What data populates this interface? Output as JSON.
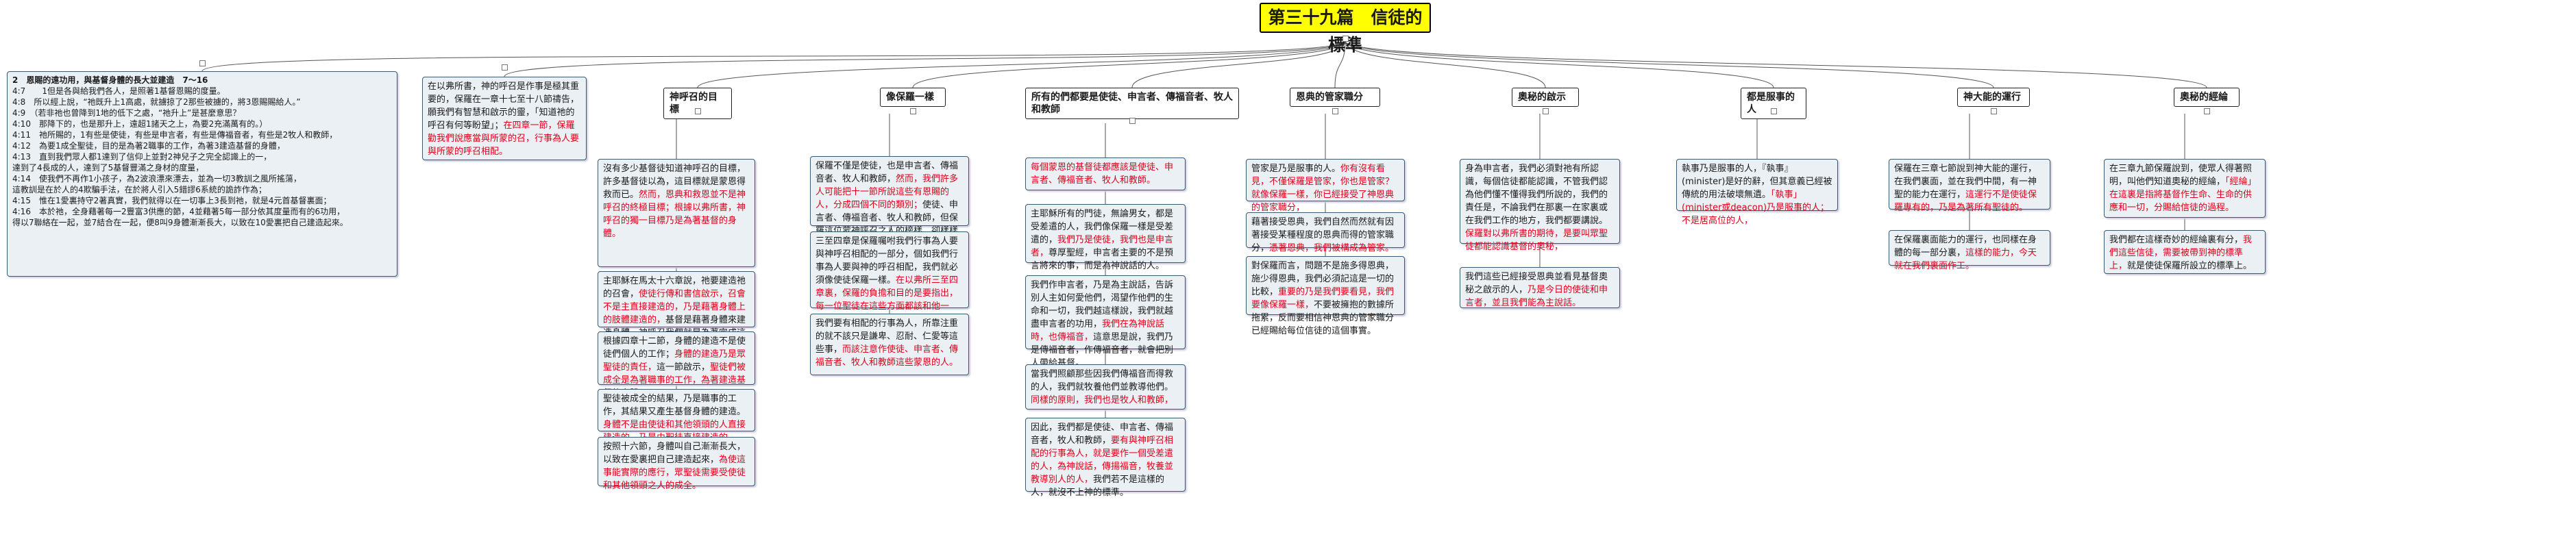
{
  "root": "第三十九篇　信徒的標準",
  "left_box": {
    "heading": "2　恩賜的遠功用，與基督身體的長大並建造　7～16",
    "lines": [
      "4:7　　1但是各與給我們各人，是照著1基督恩賜的度量。",
      "4:8　所以經上說，“祂既升上1高處，就擄掠了2那些被擄的，將3恩賜賜給人。”",
      "4:9　（若非祂也曾降到1地的低下之處，“祂升上”是甚麼意思？",
      "4:10　那降下的，也是那升上，遠超1諸天之上，為要2充滿萬有的。）",
      "4:11　祂所賜的，1有些是使徒，有些是申言者，有些是傳福音者，有些是2牧人和教師，",
      "4:12　為要1成全聖徒，目的是為著2職事的工作，為著3建造基督的身體，",
      "4:13　直到我們眾人都1達到了信仰上並對2神兒子之完全認識上的一，",
      "達到了4長成的人，達到了5基督豐滿之身材的度量，",
      "4:14　使我們不再作1小孩子，為2波浪漂來漂去，並為一切3教訓之風所搖蕩，",
      "這教訓是在於人的4欺騙手法，在於將人引入5錯謬6系統的詭詐作為；",
      "4:15　惟在1愛裏持守2著真實，我們就得以在一切事上3長到祂，就是4元首基督裏面；",
      "4:16　本於祂，全身藉著每一2豐富3供應的節，4並藉著5每一部分依其度量而有的6功用，",
      "得以7聯絡在一起，並7結合在一起，便8叫9身體漸漸長大，以致在10愛裏把自己建造起來。"
    ]
  },
  "intro_box": {
    "text": "在以弗所書，神的呼召是作事是極其重要的，保羅在一章十七至十八節禱告，願我們有智慧和啟示的靈，「知道祂的呼召有何等盼望」；",
    "red": "在四章一節，保羅勸我們說應當與所蒙的召，行事為人要與所蒙的呼召相配。"
  },
  "topics": [
    {
      "title": "神呼召的目標",
      "boxes": [
        {
          "text": "沒有多少基督徒知道神呼召的目標，許多基督徒以為，這目標就是蒙恩得救而已。",
          "red": "然而，恩典和救恩並不是神呼召的終極目標；根據以弗所書，神呼召的獨一目標乃是為著基督的身體。"
        },
        {
          "text": "主耶穌在馬太十六章說，祂要建造祂的召會，",
          "red": "使徒行傳和書信啟示，召會不是主直接建造的，乃是藉著身體上的肢體建造的，",
          "text2": "基督是藉著身體來建造身體，神呼召我們就是為著完成這個目標。"
        },
        {
          "text": "根據四章十二節，身體的建造不是使徒們個人的工作；",
          "red": "身體的建造乃是眾聖徒的責任，",
          "text2": "這一節啟示，",
          "red2": "聖徒們被成全是為著職事的工作，為著建造基督的身體。"
        },
        {
          "text": "聖徒被成全的結果，乃是職事的工作，其結果又產生基督身體的建造。",
          "red": "身體不是由使徒和其他領頭的人直接建造的，乃是由聖徒直接建造的。"
        },
        {
          "text": "按照十六節，身體叫自己漸漸長大，以致在愛裏把自己建造起來，",
          "red": "為使這事能實際的應行，眾聖徒需要受使徒和其他領頭之人的成全。"
        }
      ]
    },
    {
      "title": "像保羅一樣",
      "boxes": [
        {
          "text": "保羅不僅是使徒，也是申言者、傳福音者、牧人和教師，",
          "red": "然而，我們許多人可能把十一節所說這些有恩賜的人，分成四個不同的類別；",
          "text2": "使徒、申言者、傳福音者、牧人和教師，但保羅這位蒙神呼召之人的榜樣，卻樣樣都是。"
        },
        {
          "red": "在以弗所三至四章裏，保羅的負擔和目的是要指出，每一位聖徒在這些方面都該和他一樣。",
          "text": "三至四章是保羅囑咐我們行事為人要與神呼召相配的一部分，個如我們行事為人要與神的呼召相配，我們就必須像使徒保羅一樣。"
        },
        {
          "text": "我們要有相配的行事為人，所靠注重的就不該只是謙卑、忍耐、仁愛等這些事，",
          "red": "而該注意作使徒、申言者、傳福音者、牧人和教師這些蒙恩的人。"
        }
      ]
    },
    {
      "title": "所有的們都要是使徒、申言者、傳福音者、牧人和教師",
      "boxes": [
        {
          "red": "每個蒙恩的基督徒都應該是使徒、申言者、傳福音者、牧人和教師。"
        },
        {
          "text": "主耶穌所有的門徒，無論男女，都是受差遣的人，我們像保羅一樣是受差遣的，",
          "red": "我們乃是使徒，我們也是申言者，",
          "text2": "尊厚聖經，申言者主要的不是預言將來的事，而是為神說話的人。"
        },
        {
          "text": "我們作申言者，乃是為主說話，告訴別人主如何愛他們，渴望作他們的生命和一切，我們越這樣說，我們就越盡申言者的功用，",
          "red": "我們在為神說話時，也傳福音，",
          "text2": "這意思是說，我們乃是傳福音者，作傳福音者，就會把別人帶給基督。"
        },
        {
          "red": "同樣的原則，我們也是牧人和教師，",
          "text": "當我們照顧那些因我們傳福音而得救的人，我們就牧養他們並教導他們。"
        },
        {
          "text": "因此，我們都是使徒、申言者、傳福音者，牧人和教師，",
          "red": "要有與神呼召相配的行事為人，就是要作一個受差遣的人，為神說話，傳揚福音，牧養並教導別人的人，",
          "text2": "我們若不是這樣的人，就沒不上神的標準。"
        }
      ]
    },
    {
      "title": "恩典的管家職分",
      "boxes": [
        {
          "red": "你有沒有看見，不僅保羅是管家，你也是管家？就像保羅一樣，你已經接受了神恩典的管家職分，",
          "text": "管家是乃是服事的人。"
        },
        {
          "text": "藉著接受恩典，我們自然而然就有因著接受某種程度的恩典而得的管家職分，",
          "red": "憑著恩典，我們被構成為管家。"
        },
        {
          "text": "對保羅而言，問題不是施多得恩典，施少得恩典，我們必須記這是一切的比較，",
          "red": "重要的乃是我們要看見，我們要像保羅一樣，",
          "text2": "不要被擁抱的數據所拖累，反而要相信神恩典的管家職分已經賜給每位信徒的這個事實。"
        }
      ]
    },
    {
      "title": "奧秘的啟示",
      "boxes": [
        {
          "red": "保羅對以弗所書的期待，是要叫眾聖徒都能認識基督的奧秘，",
          "text": "身為申言者，我們必須對祂有所認識，每個信徒都能認識，不管我們認為他們懂不懂得我們所說的，我們的責任是，不論我們在那裏一在家裏或在我們工作的地方，我們都要講說。"
        },
        {
          "text": "我們這些已經接受恩典並看見基督奧秘之啟示的人，",
          "red": "乃是今日的使徒和申言者，並且我們能為主說話。"
        }
      ]
    },
    {
      "title": "都是服事的人",
      "boxes": [
        {
          "red": "「執事」(minister或deacon)乃是服事的人；不是居高位的人，",
          "text": "執事乃是服事的人，『執事』(minister)是好的辭，但其意義已經被傳統的用法破壞無遺。"
        }
      ]
    },
    {
      "title": "神大能的運行",
      "boxes": [
        {
          "text": "保羅在三章七節說到神大能的運行，在我們裏面，並在我們中間，有一神聖的能力在運行，",
          "red": "這運行不是使徒保羅專有的，乃是為著所有聖徒的。"
        },
        {
          "text": "在保羅裏面能力的運行，也同樣在身體的每一部分裏，",
          "red": "這樣的能力，今天就在我們裏面作工。"
        }
      ]
    },
    {
      "title": "奧秘的經綸",
      "boxes": [
        {
          "text": "在三章九節保羅說到，使眾人得著照明，叫他們知道奧秘的經綸，",
          "red": "「經綸」在這裏是指將基督作生命、生命的供應和一切，分賜給信徒的過程。"
        },
        {
          "text": "我們都在這樣奇妙的經綸裏有分，",
          "red": "我們這些信徒，需要被帶到神的標準上，",
          "text2": "就是使徒保羅所設立的標準上。"
        }
      ]
    }
  ]
}
